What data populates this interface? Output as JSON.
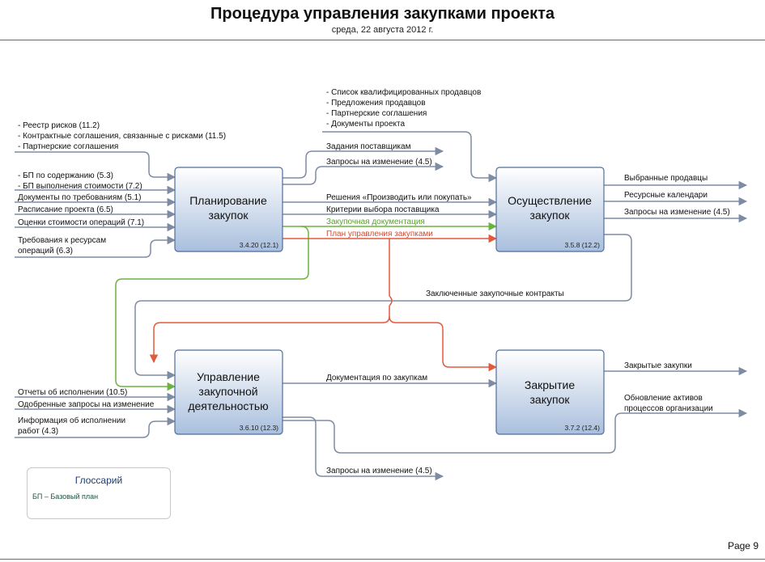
{
  "header": {
    "title": "Процедура управления закупками проекта",
    "date": "среда, 22 августа 2012 г."
  },
  "processes": {
    "planning": {
      "name_l1": "Планирование",
      "name_l2": "закупок",
      "code": "3.4.20 (12.1)"
    },
    "conducting": {
      "name_l1": "Осуществление",
      "name_l2": "закупок",
      "code": "3.5.8 (12.2)"
    },
    "control": {
      "name_l1": "Управление",
      "name_l2": "закупочной",
      "name_l3": "деятельностью",
      "code": "3.6.10 (12.3)"
    },
    "closing": {
      "name_l1": "Закрытие",
      "name_l2": "закупок",
      "code": "3.7.2 (12.4)"
    }
  },
  "inputs": {
    "planning_group1": [
      "- Реестр рисков (11.2)",
      "- Контрактные соглашения, связанные с рисками (11.5)",
      "- Партнерские соглашения"
    ],
    "planning_group2": [
      "- БП по содержанию (5.3)",
      "- БП выполнения стоимости (7.2)"
    ],
    "planning_single": [
      "Документы по требованиям (5.1)",
      "Расписание проекта (6.5)",
      "Оценки стоимости операций (7.1)"
    ],
    "planning_resources": [
      "Требования к ресурсам",
      "операций (6.3)"
    ],
    "conducting_group": [
      "- Список квалифицированных продавцов",
      "- Предложения продавцов",
      "- Партнерские соглашения",
      "- Документы проекта"
    ],
    "control_items": [
      "Отчеты об исполнении (10.5)",
      "Одобренные запросы на изменение"
    ],
    "control_work_info": [
      "Информация об исполнении",
      "работ (4.3)"
    ]
  },
  "flows": {
    "planning_tasks": "Задания поставщикам",
    "planning_change_requests": "Запросы на изменение (4.5)",
    "make_or_buy": "Решения «Производить или покупать»",
    "selection_criteria": "Критерии выбора поставщика",
    "procurement_docs": "Закупочная документация",
    "procurement_plan": "План управления закупками",
    "contracts": "Заключенные закупочные контракты",
    "procurement_documentation": "Документация по закупкам",
    "control_change_requests": "Запросы на изменение (4.5)"
  },
  "outputs": {
    "selected_sellers": "Выбранные продавцы",
    "resource_calendars": "Ресурсные календари",
    "conducting_change_requests": "Запросы на изменение (4.5)",
    "closed_procurements": "Закрытые закупки",
    "org_assets_l1": "Обновление активов",
    "org_assets_l2": "процессов организации"
  },
  "glossary": {
    "title": "Глоссарий",
    "item": "БП – Базовый план"
  },
  "footer": {
    "page": "Page 9"
  },
  "colors": {
    "line": "#7d8ba3",
    "green": "#6db33f",
    "red": "#e25a3e",
    "box_top": "#ffffff",
    "box_bottom": "#a9bfdd",
    "box_border": "#4f6d9c"
  }
}
